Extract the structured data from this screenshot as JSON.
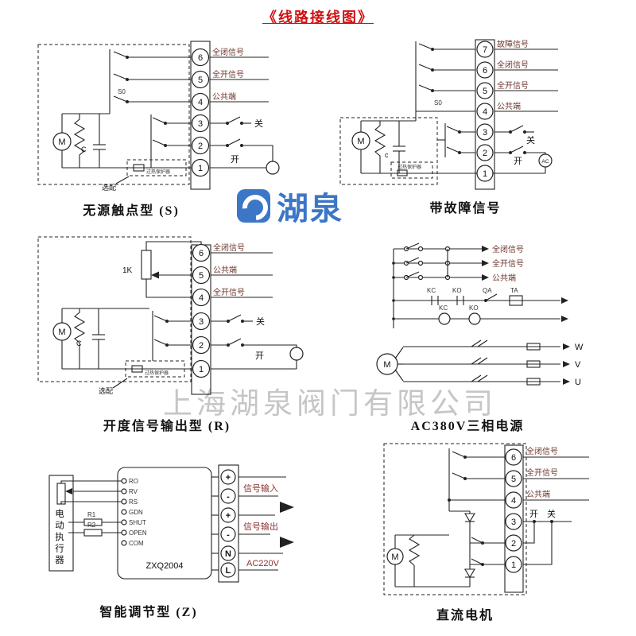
{
  "title": "《线路接线图》",
  "watermark": {
    "logo_text": "湖泉",
    "company": "上海湖泉阀门有限公司"
  },
  "d1": {
    "caption": "无源触点型 (S)",
    "terminals": [
      "6",
      "5",
      "4",
      "3",
      "2",
      "1"
    ],
    "signal_labels": [
      "全闭信号",
      "全开信号",
      "公共端"
    ],
    "close_label": "关",
    "open_label": "开",
    "motor": "M",
    "cap": "C",
    "sq": "S0",
    "optional": "选配",
    "thermal": "过热保护器"
  },
  "d2": {
    "caption": "带故障信号",
    "terminals": [
      "7",
      "6",
      "5",
      "4",
      "3",
      "2",
      "1"
    ],
    "signal_labels": [
      "故障信号",
      "全闭信号",
      "全开信号",
      "公共端"
    ],
    "close_label": "关",
    "open_label": "开",
    "ac": "AC",
    "motor": "M",
    "cap": "c",
    "sq": "S0",
    "thermal": "过热保护器"
  },
  "d3": {
    "caption": "开度信号输出型 (R)",
    "terminals": [
      "6",
      "5",
      "4",
      "3",
      "2",
      "1"
    ],
    "signal_labels": [
      "全闭信号",
      "公共端",
      "全开信号"
    ],
    "pot": "1K",
    "close_label": "关",
    "open_label": "开",
    "motor": "M",
    "cap": "C",
    "optional": "选配",
    "thermal": "过热保护器"
  },
  "d4": {
    "caption": "AC380V三相电源",
    "signal_labels": [
      "全闭信号",
      "全开信号",
      "公共端"
    ],
    "contacts_row1": [
      "KC",
      "KO",
      "QA",
      "TA"
    ],
    "contacts_row2": [
      "KC",
      "KO"
    ],
    "phases": [
      "W",
      "V",
      "U"
    ],
    "motor": "M"
  },
  "d5": {
    "caption": "智能调节型 (Z)",
    "module": "ZXQ2004",
    "pins": [
      "RO",
      "RV",
      "RS",
      "GDN",
      "SHUT",
      "OPEN",
      "COM"
    ],
    "r1": "R1",
    "r2": "R2",
    "actuator": "电动执行器",
    "terms": [
      "+",
      "-",
      "+",
      "-",
      "N",
      "L"
    ],
    "sig_in": "信号输入",
    "sig_out": "信号输出",
    "ac": "AC220V"
  },
  "d6": {
    "caption": "直流电机",
    "terminals": [
      "6",
      "5",
      "4",
      "3",
      "2",
      "1"
    ],
    "signal_labels": [
      "全闭信号",
      "全开信号",
      "公共端"
    ],
    "open_label": "开",
    "close_label": "关",
    "motor": "M"
  }
}
